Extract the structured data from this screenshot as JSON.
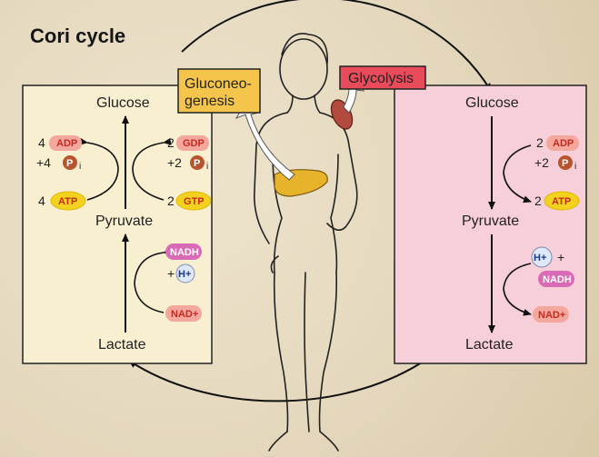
{
  "title": "Cori cycle",
  "tags": {
    "gluconeogenesis_line1": "Gluconeo-",
    "gluconeogenesis_line2": "genesis",
    "glycolysis": "Glycolysis"
  },
  "left_panel": {
    "glucose": "Glucose",
    "pyruvate": "Pyruvate",
    "lactate": "Lactate",
    "coef_adp": "4",
    "adp": "ADP",
    "coef_pi": "+4",
    "pi": "P",
    "pi_sub": "i",
    "coef_atp": "4",
    "atp": "ATP",
    "coef_gdp": "2",
    "gdp": "GDP",
    "coef_pi2": "+2",
    "pi2": "P",
    "pi2_sub": "i",
    "coef_gtp": "2",
    "gtp": "GTP",
    "nadh": "NADH",
    "plus_h": "+",
    "h": "H+",
    "nad": "NAD+"
  },
  "right_panel": {
    "glucose": "Glucose",
    "pyruvate": "Pyruvate",
    "lactate": "Lactate",
    "coef_adp": "2",
    "adp": "ADP",
    "coef_pi": "+2",
    "pi": "P",
    "pi_sub": "i",
    "coef_atp": "2",
    "atp": "ATP",
    "h": "H+",
    "plus": "+",
    "nadh": "NADH",
    "nad": "NAD+"
  },
  "colors": {
    "left_panel_bg": "#f7efd0",
    "right_panel_bg": "#f6cfd8",
    "gluconeogenesis_tag": "#f4c54a",
    "glycolysis_tag": "#e84b5a",
    "liver": "#e7b32a",
    "muscle": "#b24a3e",
    "pill_pink": "#f3a79d",
    "pill_yellow": "#f2d21f",
    "pill_magenta": "#d96ab6",
    "pill_blue": "#dfe8f8",
    "pi_brown": "#b7542e"
  }
}
